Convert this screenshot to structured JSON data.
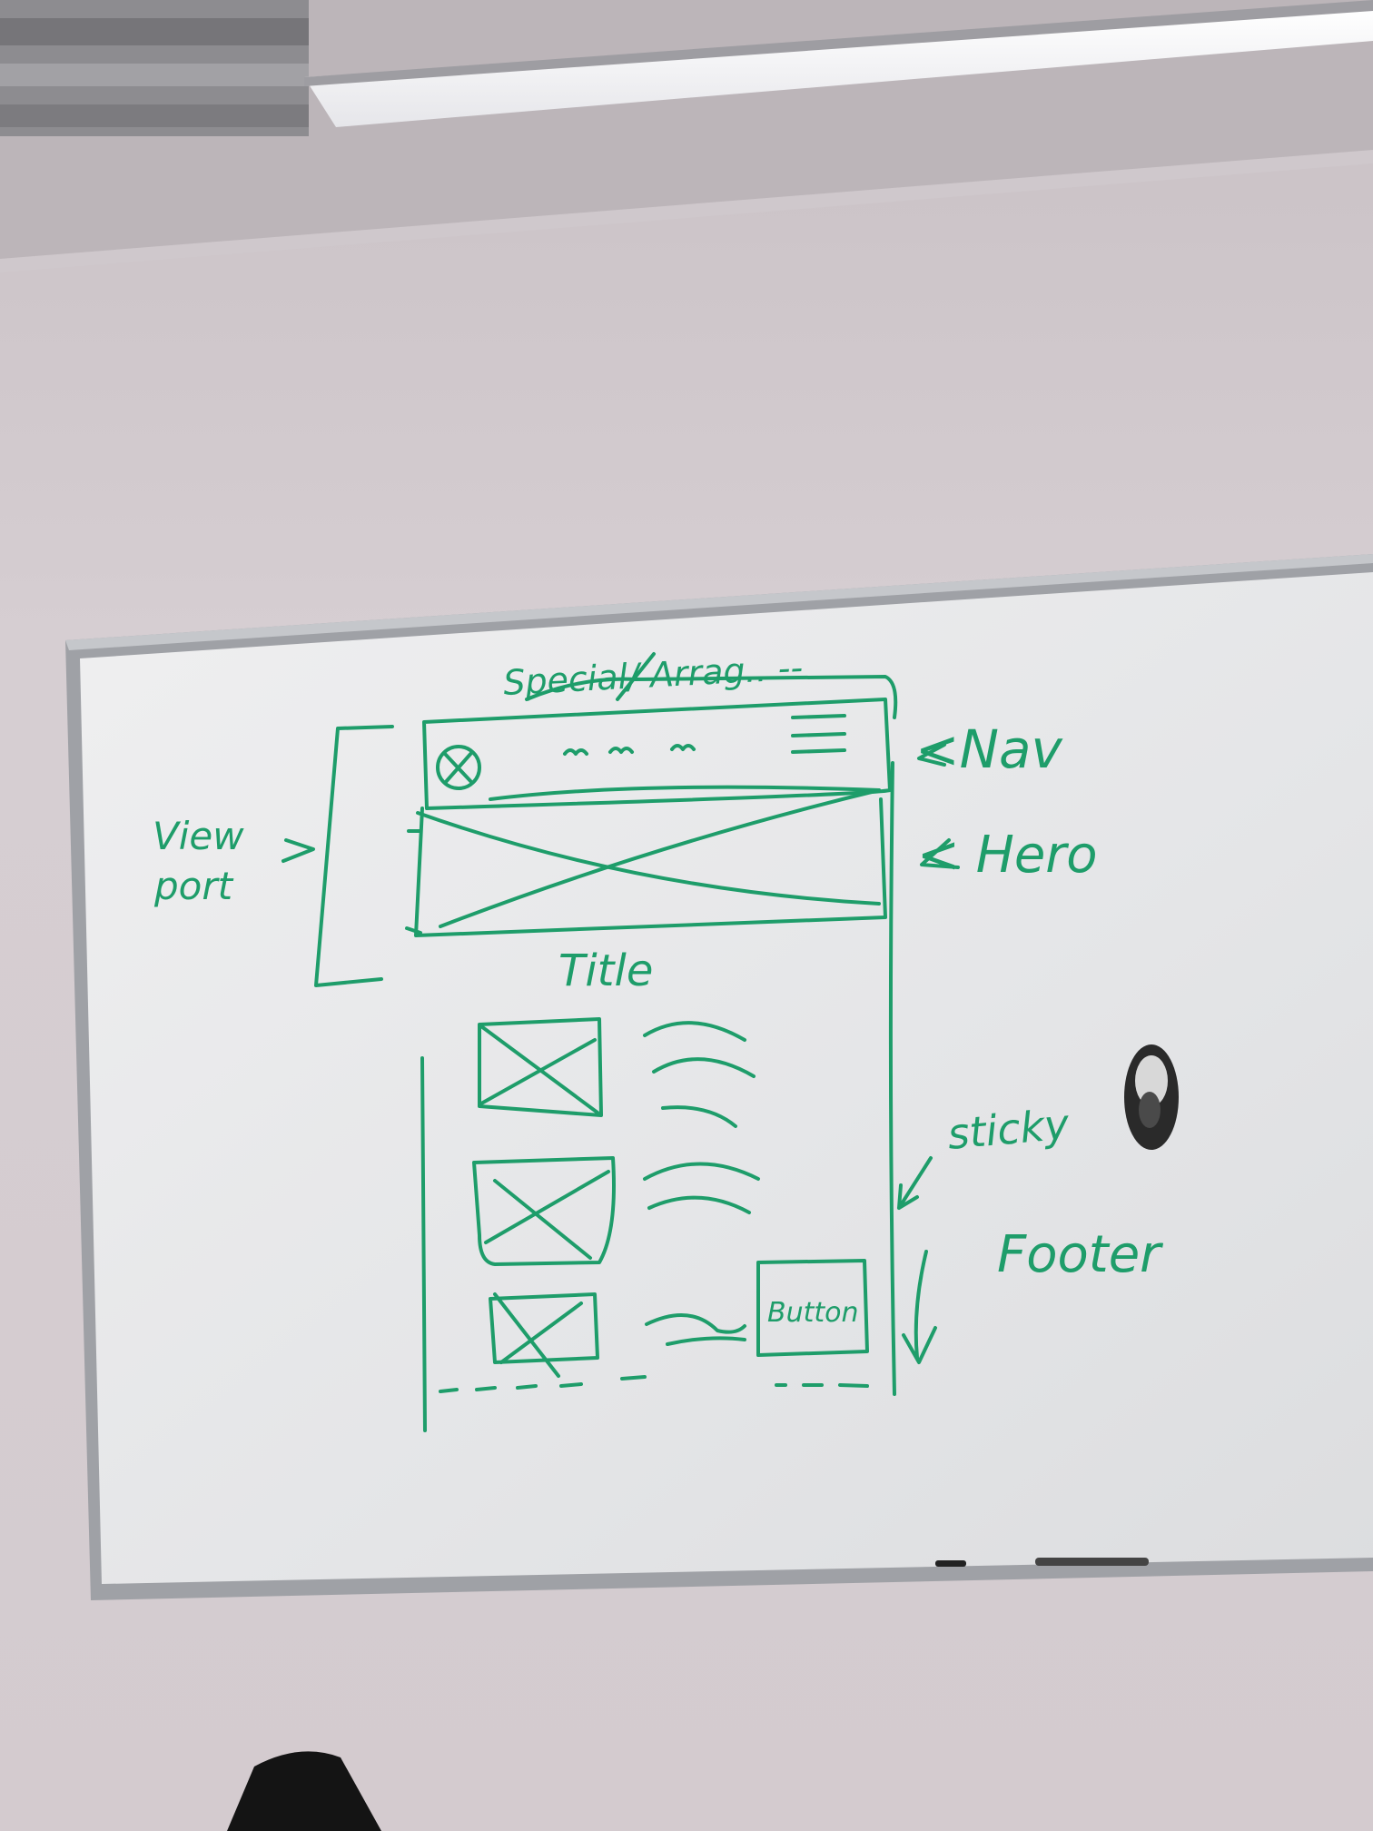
{
  "whiteboard": {
    "labels": {
      "special": "Special/ Arrag.. --",
      "viewport_line1": "View",
      "viewport_line2": "port",
      "viewport_arrow": ">",
      "nav": "<Nav",
      "hero": "< Hero",
      "title": "Title",
      "sticky": "sticky",
      "footer": "Footer",
      "button": "Button",
      "nav_menu_dots": "m m m"
    }
  },
  "colors": {
    "wall": "#d9d1d4",
    "ceiling": "#cbc4c8",
    "board": "#e9e9ea",
    "frame": "#a7a9ad",
    "ink": "#1e9d6a",
    "magnet": "#2a2a2a",
    "light": "#ffffff"
  }
}
